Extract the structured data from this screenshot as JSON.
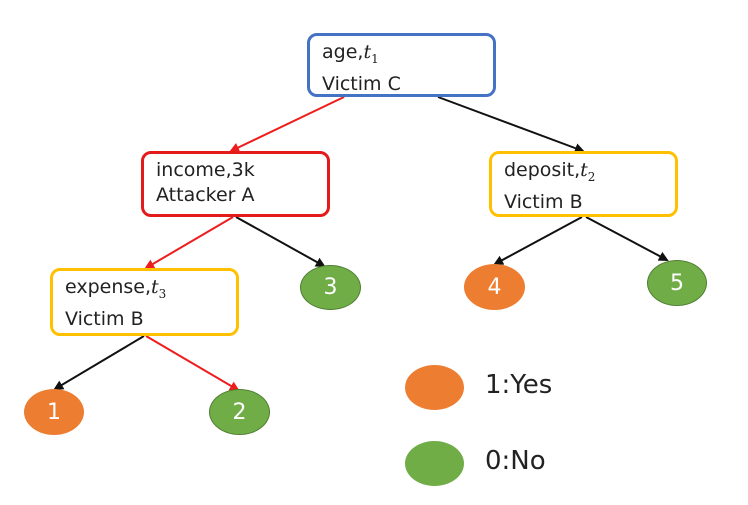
{
  "colors": {
    "victim_border": "#4472C4",
    "attacker_border": "#E31B1B",
    "victim_b_border": "#FFC000",
    "edge_attack": "#EE1C1C",
    "edge_normal": "#111111",
    "yes_fill": "#ED7D31",
    "no_fill": "#70AD47",
    "no_border": "#507E32"
  },
  "nodes": {
    "root": {
      "feature": "age,",
      "var": "t",
      "sub": "1",
      "owner": "Victim C"
    },
    "income": {
      "feature": "income,3k",
      "owner": "Attacker A"
    },
    "deposit": {
      "feature": "deposit,",
      "var": "t",
      "sub": "2",
      "owner": "Victim B"
    },
    "expense": {
      "feature": "expense,",
      "var": "t",
      "sub": "3",
      "owner": "Victim B"
    }
  },
  "leaves": [
    {
      "label": "1",
      "class": "yes"
    },
    {
      "label": "2",
      "class": "no"
    },
    {
      "label": "3",
      "class": "no"
    },
    {
      "label": "4",
      "class": "yes"
    },
    {
      "label": "5",
      "class": "no"
    }
  ],
  "legend": {
    "yes_label": "1:Yes",
    "no_label": "0:No"
  }
}
